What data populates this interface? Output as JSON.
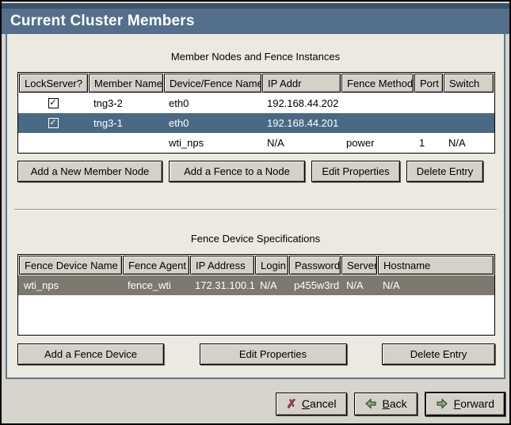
{
  "window": {
    "title": "Current Cluster Members"
  },
  "icons": {
    "check": "✓",
    "cancel_x": "✗"
  },
  "colors": {
    "header_bg": "#546f8c",
    "header_top_strip": "#3b5268",
    "panel_bg": "#ece9e1",
    "panel_border": "#5d7890",
    "selected_row_blue": "#4a6984",
    "selected_row_gray": "#7d796e",
    "button_face": "#d5d1c9",
    "cancel_x_red": "#a33f49",
    "arrow_green": "#87ab81"
  },
  "members_section": {
    "title": "Member Nodes and Fence Instances",
    "columns": [
      "LockServer?",
      "Member Name",
      "Device/Fence Name",
      "IP Addr",
      "Fence Method",
      "Port",
      "Switch"
    ],
    "rows": [
      {
        "lock_server": true,
        "selected": false,
        "cells": [
          "tng3-2",
          "eth0",
          "192.168.44.202",
          "",
          "",
          ""
        ]
      },
      {
        "lock_server": true,
        "selected": true,
        "cells": [
          "tng3-1",
          "eth0",
          "192.168.44.201",
          "",
          "",
          ""
        ]
      },
      {
        "lock_server": false,
        "selected": false,
        "cells": [
          "",
          "wti_nps",
          "N/A",
          "power",
          "1",
          "N/A"
        ]
      }
    ],
    "buttons": [
      "Add a New Member Node",
      "Add a Fence to a Node",
      "Edit Properties",
      "Delete Entry"
    ]
  },
  "fence_section": {
    "title": "Fence Device Specifications",
    "columns": [
      "Fence Device Name",
      "Fence Agent",
      "IP Address",
      "Login",
      "Password",
      "Server",
      "Hostname"
    ],
    "rows": [
      {
        "selected": true,
        "cells": [
          "wti_nps",
          "fence_wti",
          "172.31.100.1",
          "N/A",
          "p455w3rd",
          "N/A",
          "N/A"
        ]
      }
    ],
    "buttons": [
      "Add a Fence Device",
      "Edit Properties",
      "Delete Entry"
    ]
  },
  "footer": {
    "cancel": {
      "mnemonic": "C",
      "rest": "ancel"
    },
    "back": {
      "mnemonic": "B",
      "rest": "ack"
    },
    "forward": {
      "mnemonic": "F",
      "rest": "orward"
    }
  }
}
